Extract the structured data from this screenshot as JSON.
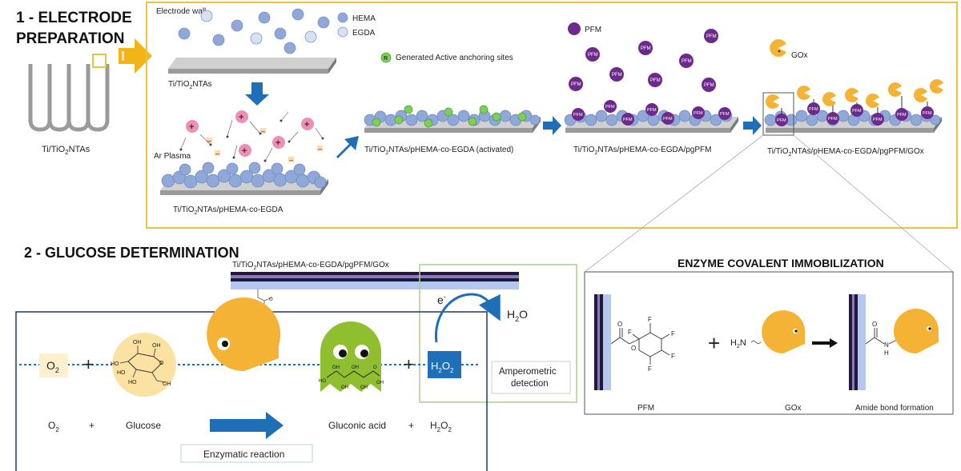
{
  "section1": {
    "title_line1": "1 - ELECTRODE",
    "title_line2": "PREPARATION",
    "electrode_label_prefix": "Ti/TiO",
    "electrode_label_sub": "2",
    "electrode_label_suffix": "NTAs"
  },
  "legend": {
    "electrode_wall": "Electrode wall",
    "hema": "HEMA",
    "egda": "EGDA",
    "active_sites": "Generated Active anchoring sites",
    "active_symbol": "R",
    "pfm": "PFM",
    "gox": "GOx",
    "ar_plasma": "Ar Plasma"
  },
  "steps": {
    "s1": {
      "prefix": "Ti/TiO",
      "sub": "2",
      "suffix": "NTAs"
    },
    "s2": {
      "prefix": "Ti/TiO",
      "sub": "2",
      "suffix": "NTAs/pHEMA-co-EGDA"
    },
    "s3": {
      "prefix": "Ti/TiO",
      "sub": "2",
      "suffix": "NTAs/pHEMA-co-EGDA (activated)"
    },
    "s4": {
      "prefix": "Ti/TiO",
      "sub": "2",
      "suffix": "NTAs/pHEMA-co-EGDA/pgPFM"
    },
    "s5": {
      "prefix": "Ti/TiO",
      "sub": "2",
      "suffix": "NTAs/pHEMA-co-EGDA/pgPFM/GOx"
    }
  },
  "section2": {
    "title": "2 - GLUCOSE DETERMINATION",
    "bar_label_prefix": "Ti/TiO",
    "bar_label_sub": "2",
    "bar_label_suffix": "NTAs/pHEMA-co-EGDA/pgPFM/GOx",
    "electron": "e",
    "electron_sup": "-",
    "water_H": "H",
    "water_sub": "2",
    "water_O": "O",
    "o2_box_O": "O",
    "o2_box_sub": "2",
    "plus": "+",
    "h2o2_box": {
      "H": "H",
      "sub1": "2",
      "O": "O",
      "sub2": "2"
    },
    "amperometric_line1": "Amperometric",
    "amperometric_line2": "detection",
    "reaction": {
      "o2_O": "O",
      "o2_sub": "2",
      "glucose": "Glucose",
      "gluconic": "Gluconic acid",
      "h2o2_H": "H",
      "h2o2_sub1": "2",
      "h2o2_O": "O",
      "h2o2_sub2": "2"
    },
    "enzymatic_reaction": "Enzymatic reaction"
  },
  "immobilization": {
    "title": "ENZYME COVALENT IMMOBILIZATION",
    "pfm": "PFM",
    "gox": "GOx",
    "amide": "Amide bond formation",
    "h2n": "H",
    "h2n_sub": "2",
    "h2n_N": "N",
    "plus": "+",
    "N": "N",
    "H": "H",
    "O": "O",
    "F": "F"
  },
  "glucose_atoms": {
    "OH": "OH",
    "HO": "HO",
    "O": "O"
  },
  "colors": {
    "yellow_frame": "#e8c43a",
    "arrow_yellow": "#f2b417",
    "arrow_blue": "#1f6fb7",
    "hema": "#8fa8d8",
    "egda": "#d6e2f4",
    "pfm": "#6c2a8c",
    "gox": "#f5b335",
    "active": "#7ccf5a",
    "plasma_pink": "#f08fb6",
    "green_monster": "#8fbf2f",
    "dark_navy": "#1f3864"
  }
}
